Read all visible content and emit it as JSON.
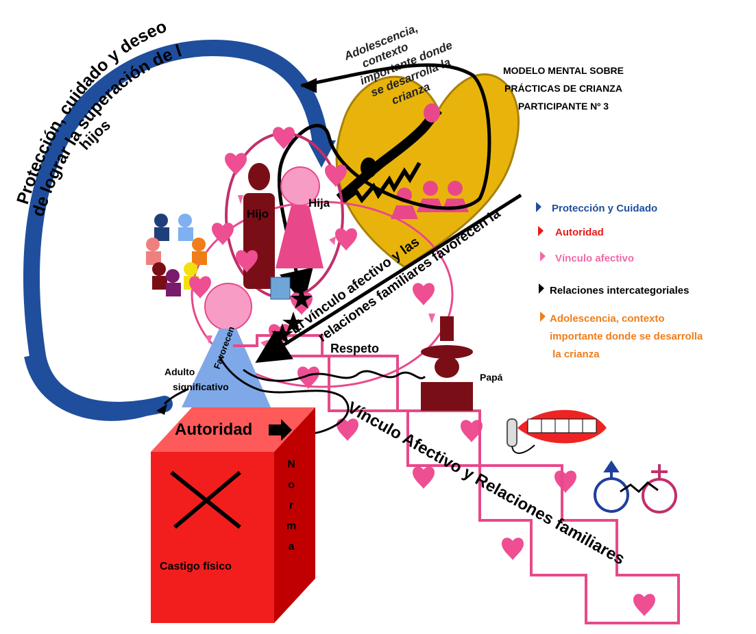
{
  "title": {
    "line1": "MODELO MENTAL SOBRE",
    "line2": "PRÁCTICAS DE  CRIANZA",
    "line3": "PARTICIPANTE Nº 3"
  },
  "legend": {
    "items": [
      {
        "label": "Protección y Cuidado",
        "color": "#1f4e9c"
      },
      {
        "label": "Autoridad",
        "color": "#e81b1b"
      },
      {
        "label": "Vínculo afectivo",
        "color": "#f06aa8"
      },
      {
        "label": "Relaciones intercategoriales",
        "color": "#000000"
      },
      {
        "label_lines": [
          "Adolescencia, contexto",
          "importante donde se desarrolla",
          " la crianza"
        ],
        "color": "#f07d1a"
      }
    ]
  },
  "labels": {
    "proteccion_line1": "Protección, cuidado y deseo",
    "proteccion_line2": "de lograr la superación de los",
    "proteccion_line3": "hijos",
    "adolescencia_line1": "Adolescencia,",
    "adolescencia_line2": "contexto",
    "adolescencia_line3": "importante donde",
    "adolescencia_line4": "se desarrolla la",
    "adolescencia_line5": "crianza",
    "vinculo_diag_line1": "El vínculo afectivo y las",
    "vinculo_diag_line2": "relaciones familiares favorecen la",
    "hijo": "Hijo",
    "hija": "Hija",
    "favorecen": "Favorecen",
    "adulto_line1": "Adulto",
    "adulto_line2": "significativo",
    "respeto": "Respeto",
    "papa": "Papá",
    "autoridad": "Autoridad",
    "norma_letters": [
      "N",
      "o",
      "r",
      "m",
      "a"
    ],
    "castigo": "Castigo físico",
    "vinculo_stairs": "Vínculo Afectivo y Relaciones familiares"
  },
  "colors": {
    "blue": "#1f4e9c",
    "red": "#ee2424",
    "pink": "#e8488a",
    "heart": "#ee4e92",
    "gold": "#e8b40c",
    "maroon": "#7a0e16",
    "orange": "#f07d1a"
  }
}
